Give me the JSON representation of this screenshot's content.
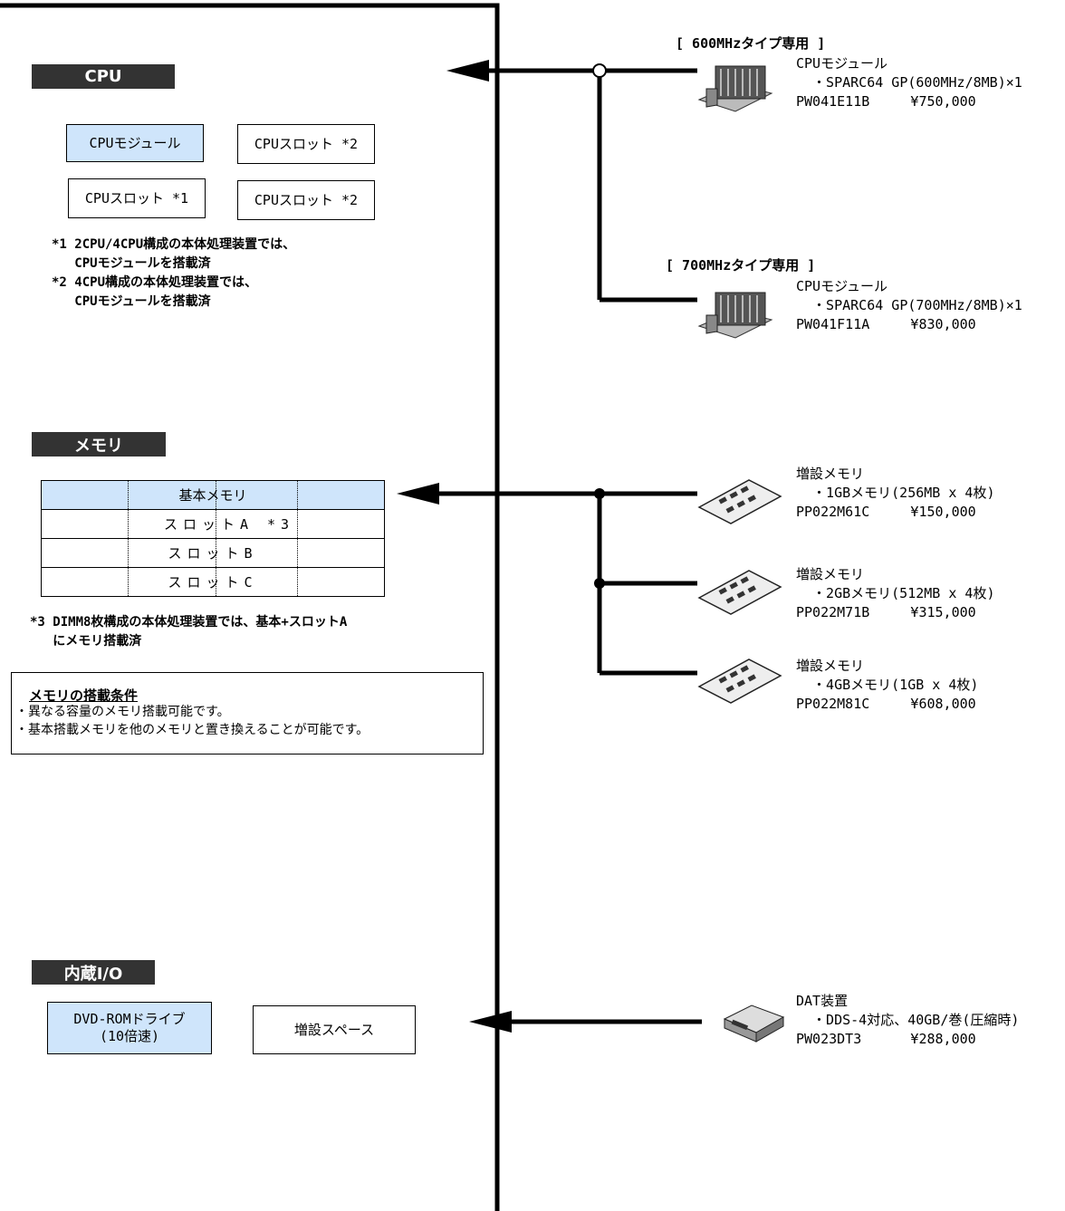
{
  "cpu": {
    "title": "CPU",
    "slots": [
      "CPUモジュール",
      "CPUスロット *2",
      "CPUスロット *1",
      "CPUスロット *2"
    ],
    "notes": [
      "*1 2CPU/4CPU構成の本体処理装置では、\n   CPUモジュールを搭載済",
      "*2 4CPU構成の本体処理装置では、\n   CPUモジュールを搭載済"
    ]
  },
  "memory": {
    "title": "メモリ",
    "rows": [
      "基本メモリ",
      "スロットA *3",
      "スロットB",
      "スロットC"
    ],
    "note": "*3 DIMM8枚構成の本体処理装置では、基本+スロットA\n   にメモリ搭載済",
    "condition_title": "メモリの搭載条件",
    "conditions": [
      "・異なる容量のメモリ搭載可能です。",
      "・基本搭載メモリを他のメモリと置き換えることが可能です。"
    ]
  },
  "io": {
    "title": "内蔵I/O",
    "dvd": "DVD-ROMドライブ\n(10倍速)",
    "space": "増設スペース"
  },
  "products": {
    "cpu600_header": "[ 600MHzタイプ専用 ]",
    "cpu600": "CPUモジュール\n  ・SPARC64 GP(600MHz/8MB)×1\nPW041E11B     ¥750,000",
    "cpu700_header": "[ 700MHzタイプ専用 ]",
    "cpu700": "CPUモジュール\n  ・SPARC64 GP(700MHz/8MB)×1\nPW041F11A     ¥830,000",
    "mem1": "増設メモリ\n  ・1GBメモリ(256MB x 4枚)\nPP022M61C     ¥150,000",
    "mem2": "増設メモリ\n  ・2GBメモリ(512MB x 4枚)\nPP022M71B     ¥315,000",
    "mem3": "増設メモリ\n  ・4GBメモリ(1GB x 4枚)\nPP022M81C     ¥608,000",
    "dat": "DAT装置\n  ・DDS-4対応、40GB/巻(圧縮時)\nPW023DT3      ¥288,000"
  }
}
